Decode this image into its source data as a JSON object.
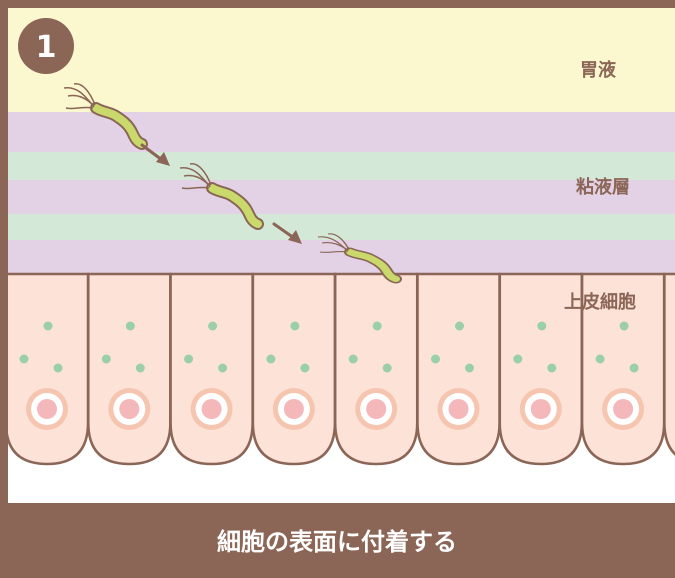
{
  "step": {
    "number": "1"
  },
  "layers": {
    "gastric_juice": "胃液",
    "mucus_layer": "粘液層",
    "epithelial_cells": "上皮細胞"
  },
  "caption": "細胞の表面に付着する",
  "colors": {
    "frame": "#8b6556",
    "gastric_juice": "#fbf7cf",
    "mucus_purple": "#e3d2e6",
    "mucus_green": "#d3e8d7",
    "cell_fill": "#fde2d8",
    "cell_outline": "#8b6556",
    "nucleus_ring": "#f6c5b0",
    "nucleus_core": "#f4b8ba",
    "granule": "#9bcfaa",
    "bacterium": "#c9d96b",
    "caption_bar": "#8b6556"
  },
  "icons": [
    "bacterium-icon",
    "arrow-icon",
    "step-badge-icon"
  ]
}
